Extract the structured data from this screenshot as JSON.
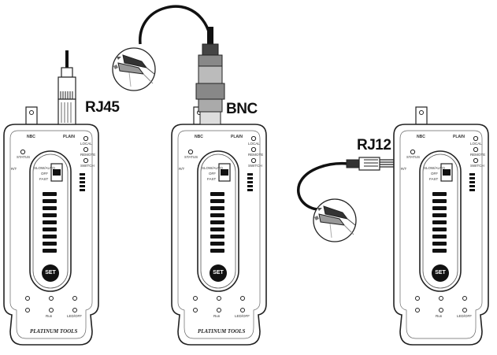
{
  "labels": {
    "rj45": "RJ45",
    "bnc": "BNC",
    "rj12": "RJ12"
  },
  "tester": {
    "label_nbc": "NBC",
    "label_plain": "PLAIN",
    "label_local": "LOCAL",
    "label_remote": "REMOTE",
    "label_switch": "SWITCH",
    "label_status": "STATUS",
    "label_rt": "R/T",
    "label_slow": "SLOW/AUTO",
    "label_off": "OFF",
    "label_fast": "FAST",
    "label_set": "SET",
    "label_brand": "PLATINUM TOOLS",
    "label_rot": "LED/OFF",
    "label_run": "Run"
  },
  "colors": {
    "outline": "#222222",
    "body": "#ffffff",
    "accent": "#111111"
  }
}
